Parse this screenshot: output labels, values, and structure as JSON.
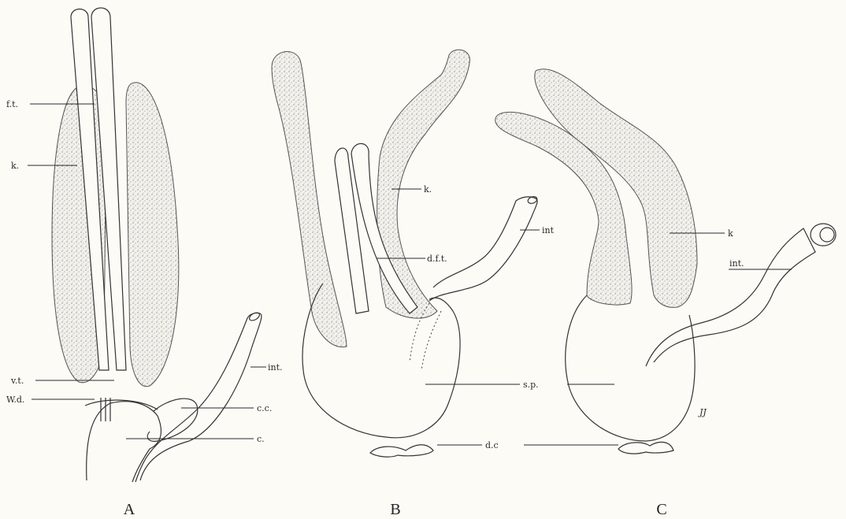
{
  "panels": {
    "a": "A",
    "b": "B",
    "c": "C"
  },
  "labels_a": {
    "ft": "f.t.",
    "k": "k.",
    "vt": "v.t.",
    "wd": "W.d.",
    "int": "int.",
    "cc": "c.c.",
    "c": "c."
  },
  "labels_b": {
    "k": "k.",
    "int": "int",
    "dft": "d.f.t.",
    "sp": "s.p.",
    "dc": "d.c"
  },
  "labels_c": {
    "k": "k",
    "int": "int."
  },
  "signature": "JJ",
  "colors": {
    "ink": "#2a2a2a",
    "paper": "#fdfbf6",
    "stipple": "#9a9a9a"
  }
}
